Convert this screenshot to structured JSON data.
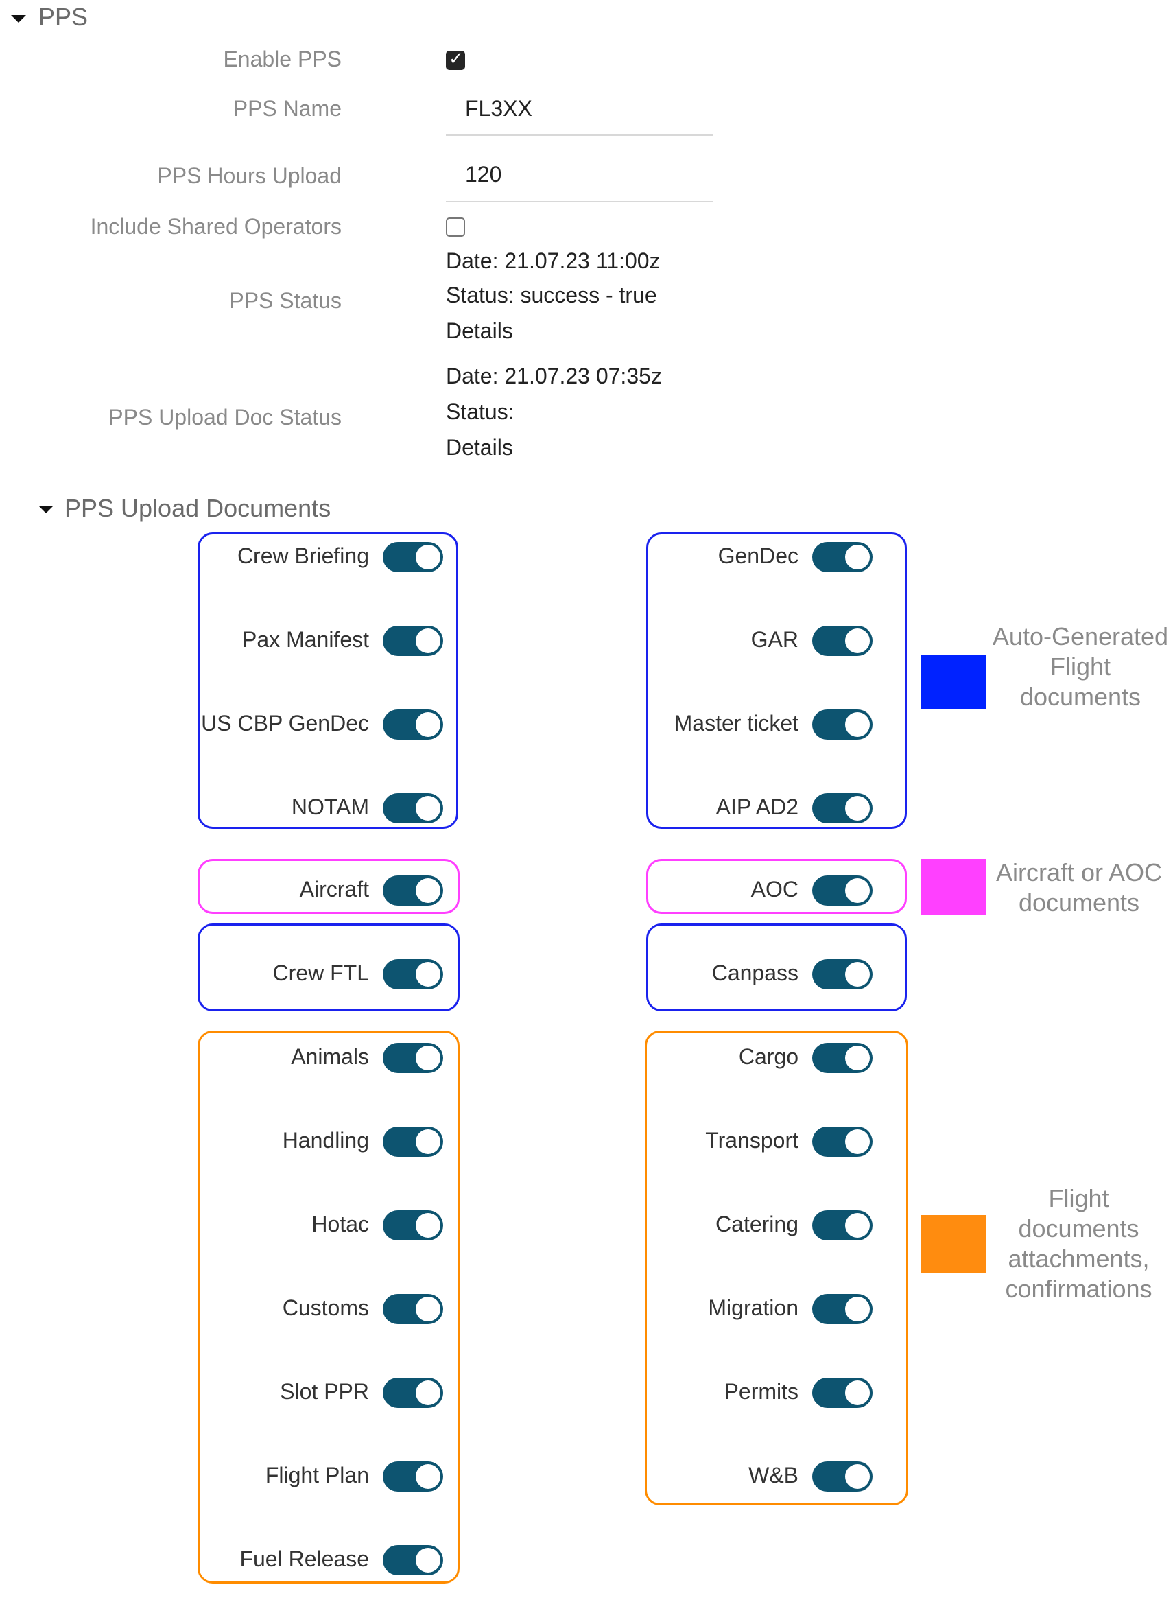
{
  "pps": {
    "title": "PPS",
    "enable_label": "Enable PPS",
    "enable_checked": true,
    "name_label": "PPS Name",
    "name_value": "FL3XX",
    "hours_label": "PPS Hours Upload",
    "hours_value": "120",
    "shared_label": "Include Shared Operators",
    "shared_checked": false,
    "status_label": "PPS Status",
    "status_date": "Date: 21.07.23 11:00z",
    "status_status": "Status: success - true",
    "status_details": "Details",
    "upload_doc_label": "PPS Upload Doc Status",
    "upload_date": "Date: 21.07.23 07:35z",
    "upload_status": "Status:",
    "upload_details": "Details"
  },
  "upload_docs": {
    "title": "PPS Upload Documents",
    "toggle_color": "#0d5470",
    "left": {
      "auto": [
        "Crew Briefing",
        "Pax Manifest",
        "US CBP GenDec",
        "NOTAM"
      ],
      "aircraft": [
        "Aircraft"
      ],
      "crew": [
        "Crew FTL"
      ],
      "attachments": [
        "Animals",
        "Handling",
        "Hotac",
        "Customs",
        "Slot PPR",
        "Flight Plan",
        "Fuel Release"
      ]
    },
    "right": {
      "auto": [
        "GenDec",
        "GAR",
        "Master ticket",
        "AIP AD2"
      ],
      "aoc": [
        "AOC"
      ],
      "canpass": [
        "Canpass"
      ],
      "attachments": [
        "Cargo",
        "Transport",
        "Catering",
        "Migration",
        "Permits",
        "W&B"
      ]
    }
  },
  "legend": {
    "auto_text": "Auto-Generated Flight documents",
    "auto_color": "#0022ff",
    "aoc_text": "Aircraft or AOC documents",
    "aoc_color": "#ff40ff",
    "attach_text": "Flight documents attachments, confirmations",
    "attach_color": "#ff8c0f"
  }
}
